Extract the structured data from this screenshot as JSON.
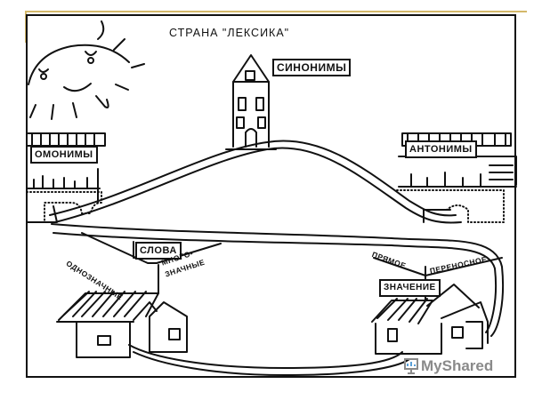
{
  "title": "СТРАНА \"ЛЕКСИКА\"",
  "labels": {
    "synonyms": "СИНОНИМЫ",
    "homonyms": "ОМОНИМЫ",
    "antonyms": "АНТОНИМЫ",
    "words": "СЛОВА",
    "single_meaning": "ОДНОЗНАЧНЫЕ",
    "multi_meaning_1": "МНОГО-",
    "multi_meaning_2": "ЗНАЧНЫЕ",
    "direct": "ПРЯМОЕ",
    "figurative": "ПЕРЕНОСНОЕ",
    "meaning": "ЗНАЧЕНИЕ"
  },
  "watermark": "MyShared",
  "colors": {
    "accent_line": "#d4b86a",
    "ink": "#111111",
    "watermark": "#8a8a8a"
  }
}
